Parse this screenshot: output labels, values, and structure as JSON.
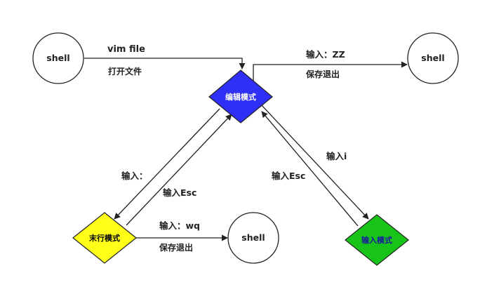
{
  "nodes": {
    "shell_start": {
      "label": "shell"
    },
    "shell_end_right": {
      "label": "shell"
    },
    "shell_end_bottom": {
      "label": "shell"
    },
    "edit_mode": {
      "label": "编辑模式",
      "fill": "#2f2ff5",
      "text_color": "#ffffff"
    },
    "command_mode": {
      "label": "末行模式",
      "fill": "#ffff1a",
      "text_color": "#000000"
    },
    "insert_mode": {
      "label": "输入模式",
      "fill": "#19c419",
      "text_color": "#1a1aa0"
    }
  },
  "edges": {
    "open_file": {
      "command": "vim file",
      "description": "打开文件"
    },
    "save_exit_zz": {
      "command": "输入：ZZ",
      "description": "保存退出"
    },
    "to_command_mode": {
      "command": "输入："
    },
    "command_to_edit": {
      "command": "输入Esc"
    },
    "save_exit_wq": {
      "command": "输入：wq",
      "description": "保存退出"
    },
    "to_insert_mode": {
      "command": "输入i"
    },
    "insert_to_edit": {
      "command": "输入Esc"
    }
  }
}
